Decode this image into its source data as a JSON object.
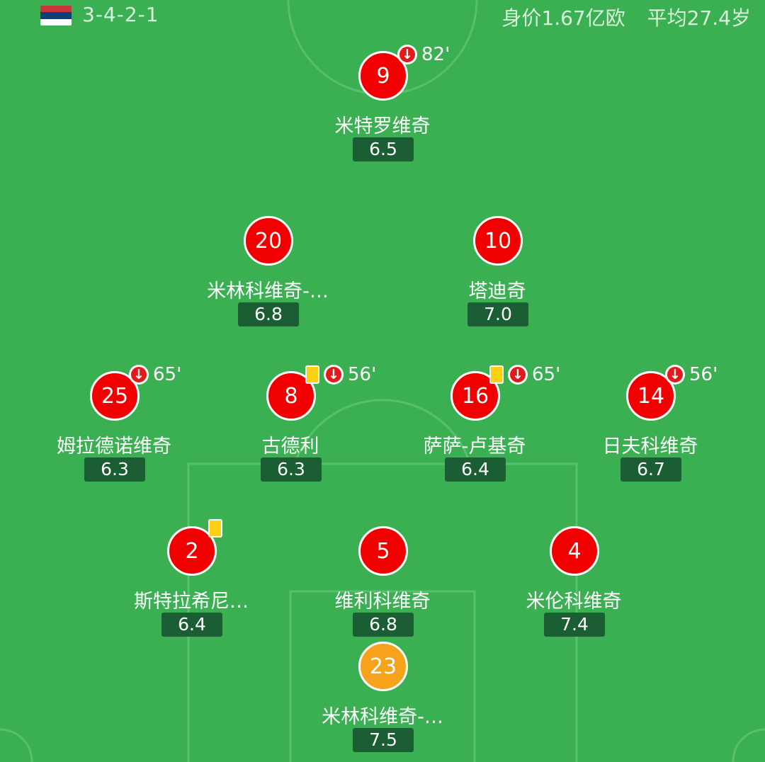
{
  "header": {
    "flag_colors": [
      "#c6363c",
      "#0c4076",
      "#ffffff"
    ],
    "formation": "3-4-2-1",
    "market_value": "身价1.67亿欧",
    "average_age": "平均27.4岁"
  },
  "colors": {
    "pitch": "#3ab053",
    "starter_circle": "#f00000",
    "goalkeeper_circle": "#f6a21b",
    "rating_bg": "#1b5e33",
    "yellow_card": "#fcd113",
    "sub_off_arrow": "#e41919"
  },
  "players": [
    {
      "number": "9",
      "name": "米特罗维奇",
      "rating": "6.5",
      "yellow_card": false,
      "sub_off": true,
      "sub_minute": "82'",
      "goalkeeper": false
    },
    {
      "number": "20",
      "name": "米林科维奇-…",
      "rating": "6.8",
      "yellow_card": false,
      "sub_off": false,
      "sub_minute": "",
      "goalkeeper": false
    },
    {
      "number": "10",
      "name": "塔迪奇",
      "rating": "7.0",
      "yellow_card": false,
      "sub_off": false,
      "sub_minute": "",
      "goalkeeper": false
    },
    {
      "number": "25",
      "name": "姆拉德诺维奇",
      "rating": "6.3",
      "yellow_card": false,
      "sub_off": true,
      "sub_minute": "65'",
      "goalkeeper": false
    },
    {
      "number": "8",
      "name": "古德利",
      "rating": "6.3",
      "yellow_card": true,
      "sub_off": true,
      "sub_minute": "56'",
      "goalkeeper": false
    },
    {
      "number": "16",
      "name": "萨萨-卢基奇",
      "rating": "6.4",
      "yellow_card": true,
      "sub_off": true,
      "sub_minute": "65'",
      "goalkeeper": false
    },
    {
      "number": "14",
      "name": "日夫科维奇",
      "rating": "6.7",
      "yellow_card": false,
      "sub_off": true,
      "sub_minute": "56'",
      "goalkeeper": false
    },
    {
      "number": "2",
      "name": "斯特拉希尼…",
      "rating": "6.4",
      "yellow_card": true,
      "sub_off": false,
      "sub_minute": "",
      "goalkeeper": false
    },
    {
      "number": "5",
      "name": "维利科维奇",
      "rating": "6.8",
      "yellow_card": false,
      "sub_off": false,
      "sub_minute": "",
      "goalkeeper": false
    },
    {
      "number": "4",
      "name": "米伦科维奇",
      "rating": "7.4",
      "yellow_card": false,
      "sub_off": false,
      "sub_minute": "",
      "goalkeeper": false
    },
    {
      "number": "23",
      "name": "米林科维奇-…",
      "rating": "7.5",
      "yellow_card": false,
      "sub_off": false,
      "sub_minute": "",
      "goalkeeper": true
    }
  ]
}
